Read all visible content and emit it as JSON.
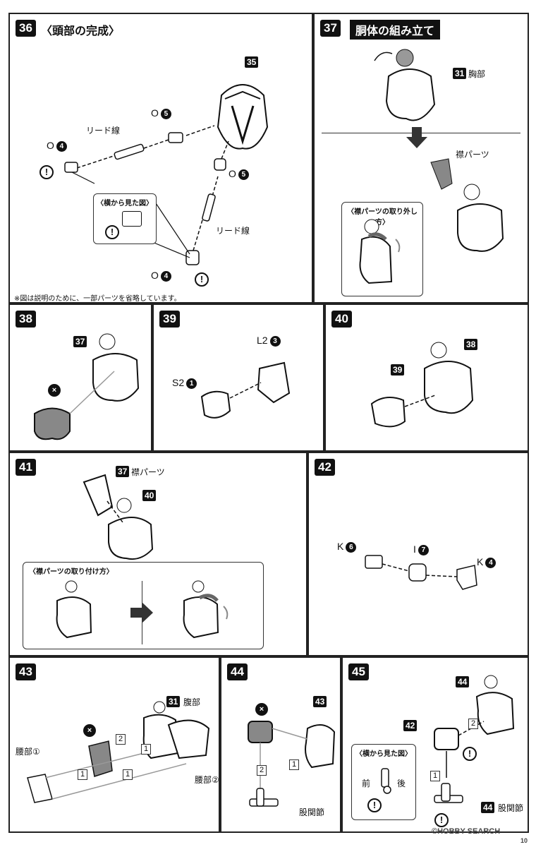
{
  "steps": {
    "s36": {
      "num": "36",
      "title": "〈頭部の完成〉",
      "part35": "35",
      "o5a": "O",
      "o5a_n": "5",
      "lead_a": "リード線",
      "o4a": "O",
      "o4a_n": "4",
      "side_view": "〈横から見た図〉",
      "o5b": "O",
      "o5b_n": "5",
      "lead_b": "リード線",
      "o4b": "O",
      "o4b_n": "4",
      "note": "※図は説明のために、一部パーツを省略しています。"
    },
    "s37": {
      "num": "37",
      "title": "胴体の組み立て",
      "part31": "31",
      "chest": "胸部",
      "collar": "襟パーツ",
      "removal": "〈襟パーツの取り外し方〉"
    },
    "s38": {
      "num": "38",
      "part37": "37"
    },
    "s39": {
      "num": "39",
      "s2": "S2",
      "s2_n": "1",
      "l2": "L2",
      "l2_n": "3"
    },
    "s40": {
      "num": "40",
      "part38": "38",
      "part39": "39"
    },
    "s41": {
      "num": "41",
      "part37": "37",
      "collar": "襟パーツ",
      "part40": "40",
      "attach": "〈襟パーツの取り付け方〉"
    },
    "s42": {
      "num": "42",
      "k6": "K",
      "k6_n": "6",
      "i7": "I",
      "i7_n": "7",
      "k4": "K",
      "k4_n": "4"
    },
    "s43": {
      "num": "43",
      "part31": "31",
      "abdomen": "腹部",
      "waist1": "腰部①",
      "waist2": "腰部②",
      "b1a": "1",
      "b1b": "1",
      "b1c": "1",
      "b2": "2"
    },
    "s44": {
      "num": "44",
      "part43": "43",
      "b1": "1",
      "b2": "2",
      "hip": "股関節"
    },
    "s45": {
      "num": "45",
      "part44a": "44",
      "part42": "42",
      "b2": "2",
      "b1": "1",
      "side_view": "〈横から見た図〉",
      "front": "前",
      "back": "後",
      "part44b": "44",
      "hip": "股関節"
    }
  },
  "footer": {
    "watermark": "©HOBBY SEARCH",
    "page": "10"
  }
}
